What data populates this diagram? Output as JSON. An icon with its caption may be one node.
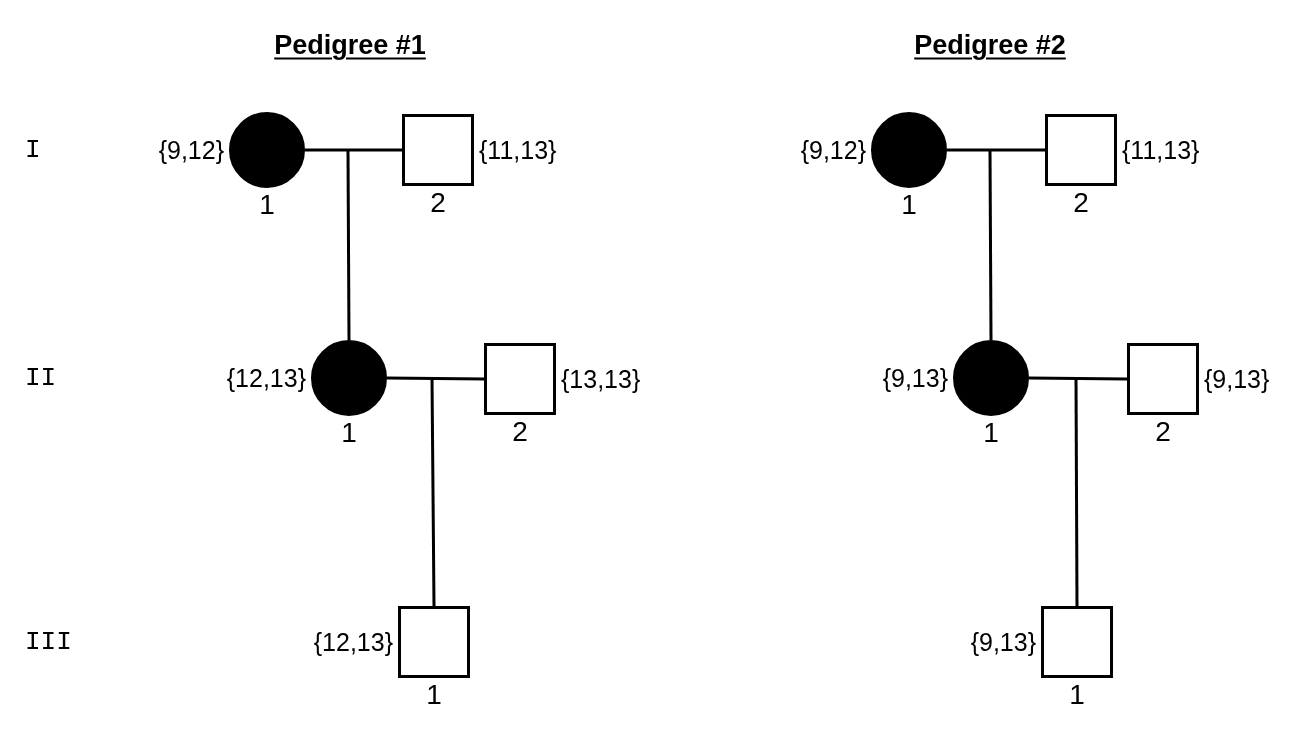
{
  "diagram": {
    "nodes": [
      {
        "text": [],
        "shape": "disc",
        "beside": [
          "{9,12}",
          "1"
        ]
      },
      {
        "text": [],
        "shape": "box",
        "beside": [
          "{11,13}",
          "2"
        ]
      },
      {
        "text": [],
        "shape": "disc",
        "beside": [
          "{12,13}",
          "1"
        ]
      },
      {
        "text": [],
        "shape": "box",
        "beside": [
          "{13,13}",
          "2"
        ]
      },
      {
        "text": [],
        "shape": "box",
        "beside": [
          "{12,13}",
          "1"
        ]
      },
      {
        "text": [],
        "shape": "disc",
        "beside": [
          "{9,12}",
          "1"
        ]
      },
      {
        "text": [],
        "shape": "box",
        "beside": [
          "{11,13}",
          "2"
        ]
      },
      {
        "text": [],
        "shape": "disc",
        "beside": [
          "{9,13}",
          "1"
        ]
      },
      {
        "text": [],
        "shape": "box",
        "beside": [
          "{9,13}",
          "2"
        ]
      },
      {
        "text": [],
        "shape": "box",
        "beside": [
          "{9,13}",
          "1"
        ]
      }
    ],
    "edges": [
      {
        "from": 0,
        "to": 1,
        "arrow": "none"
      },
      {
        "from": null,
        "to": 2,
        "arrow": "none"
      },
      {
        "from": 2,
        "to": 3,
        "arrow": "none"
      },
      {
        "from": null,
        "to": 4,
        "arrow": "none"
      },
      {
        "from": 5,
        "to": 6,
        "arrow": "none"
      },
      {
        "from": null,
        "to": 7,
        "arrow": "none"
      },
      {
        "from": 7,
        "to": 8,
        "arrow": "none"
      },
      {
        "from": null,
        "to": 9,
        "arrow": "none"
      }
    ],
    "labels": [
      "Pedigree #1",
      "Pedigree #2",
      "I",
      "II",
      "III"
    ]
  }
}
